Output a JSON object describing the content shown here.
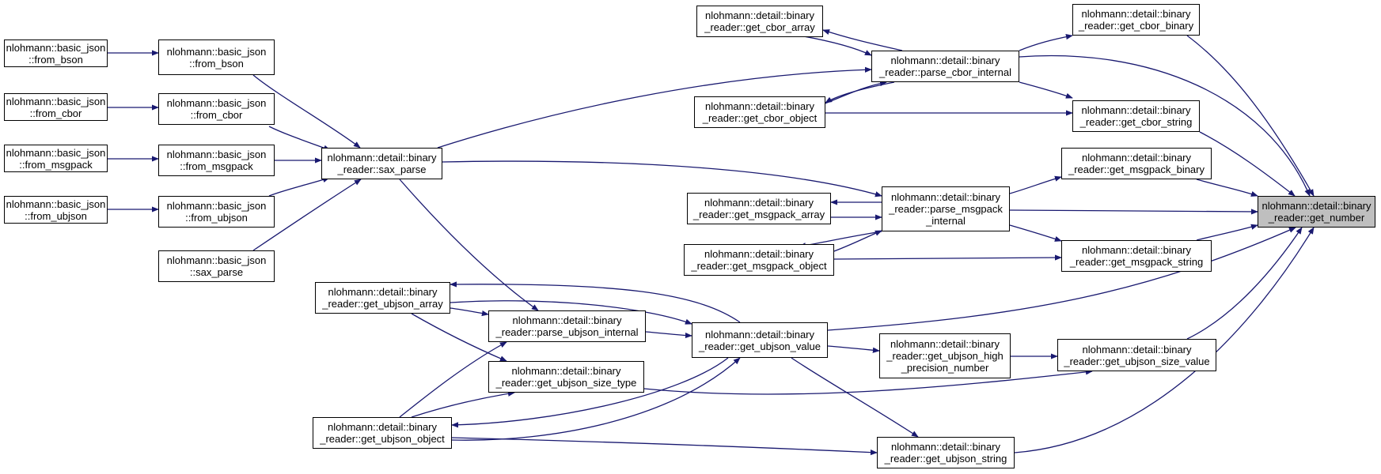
{
  "graph": {
    "edge_color": "#191970",
    "node_border_color": "#000000",
    "highlight_color": "#bfbfbf",
    "nodes": {
      "get_number": {
        "line1": "nlohmann::detail::binary",
        "line2": "_reader::get_number",
        "line3": ""
      },
      "parse_cbor_internal": {
        "line1": "nlohmann::detail::binary",
        "line2": "_reader::parse_cbor_internal",
        "line3": ""
      },
      "get_cbor_array": {
        "line1": "nlohmann::detail::binary",
        "line2": "_reader::get_cbor_array",
        "line3": ""
      },
      "get_cbor_object": {
        "line1": "nlohmann::detail::binary",
        "line2": "_reader::get_cbor_object",
        "line3": ""
      },
      "get_cbor_binary": {
        "line1": "nlohmann::detail::binary",
        "line2": "_reader::get_cbor_binary",
        "line3": ""
      },
      "get_cbor_string": {
        "line1": "nlohmann::detail::binary",
        "line2": "_reader::get_cbor_string",
        "line3": ""
      },
      "bj_from_bson": {
        "line1": "nlohmann::basic_json",
        "line2": "::from_bson",
        "line3": ""
      },
      "from_bson": {
        "line1": "nlohmann::basic_json",
        "line2": "::from_bson",
        "line3": ""
      },
      "bj_from_cbor": {
        "line1": "nlohmann::basic_json",
        "line2": "::from_cbor",
        "line3": ""
      },
      "from_cbor": {
        "line1": "nlohmann::basic_json",
        "line2": "::from_cbor",
        "line3": ""
      },
      "bj_from_msgpack": {
        "line1": "nlohmann::basic_json",
        "line2": "::from_msgpack",
        "line3": ""
      },
      "from_msgpack": {
        "line1": "nlohmann::basic_json",
        "line2": "::from_msgpack",
        "line3": ""
      },
      "bj_from_ubjson": {
        "line1": "nlohmann::basic_json",
        "line2": "::from_ubjson",
        "line3": ""
      },
      "from_ubjson": {
        "line1": "nlohmann::basic_json",
        "line2": "::from_ubjson",
        "line3": ""
      },
      "sax_parse_json": {
        "line1": "nlohmann::basic_json",
        "line2": "::sax_parse",
        "line3": ""
      },
      "sax_parse": {
        "line1": "nlohmann::detail::binary",
        "line2": "_reader::sax_parse",
        "line3": ""
      },
      "parse_msgpack_internal": {
        "line1": "nlohmann::detail::binary",
        "line2": "_reader::parse_msgpack",
        "line3": "_internal"
      },
      "get_msgpack_array": {
        "line1": "nlohmann::detail::binary",
        "line2": "_reader::get_msgpack_array",
        "line3": ""
      },
      "get_msgpack_object": {
        "line1": "nlohmann::detail::binary",
        "line2": "_reader::get_msgpack_object",
        "line3": ""
      },
      "get_msgpack_binary": {
        "line1": "nlohmann::detail::binary",
        "line2": "_reader::get_msgpack_binary",
        "line3": ""
      },
      "get_msgpack_string": {
        "line1": "nlohmann::detail::binary",
        "line2": "_reader::get_msgpack_string",
        "line3": ""
      },
      "get_ubjson_array": {
        "line1": "nlohmann::detail::binary",
        "line2": "_reader::get_ubjson_array",
        "line3": ""
      },
      "parse_ubjson_internal": {
        "line1": "nlohmann::detail::binary",
        "line2": "_reader::parse_ubjson_internal",
        "line3": ""
      },
      "get_ubjson_size_type": {
        "line1": "nlohmann::detail::binary",
        "line2": "_reader::get_ubjson_size_type",
        "line3": ""
      },
      "get_ubjson_object": {
        "line1": "nlohmann::detail::binary",
        "line2": "_reader::get_ubjson_object",
        "line3": ""
      },
      "get_ubjson_value": {
        "line1": "nlohmann::detail::binary",
        "line2": "_reader::get_ubjson_value",
        "line3": ""
      },
      "get_ubjson_high_precision_number": {
        "line1": "nlohmann::detail::binary",
        "line2": "_reader::get_ubjson_high",
        "line3": "_precision_number"
      },
      "get_ubjson_size_value": {
        "line1": "nlohmann::detail::binary",
        "line2": "_reader::get_ubjson_size_value",
        "line3": ""
      },
      "get_ubjson_string": {
        "line1": "nlohmann::detail::binary",
        "line2": "_reader::get_ubjson_string",
        "line3": ""
      }
    }
  }
}
